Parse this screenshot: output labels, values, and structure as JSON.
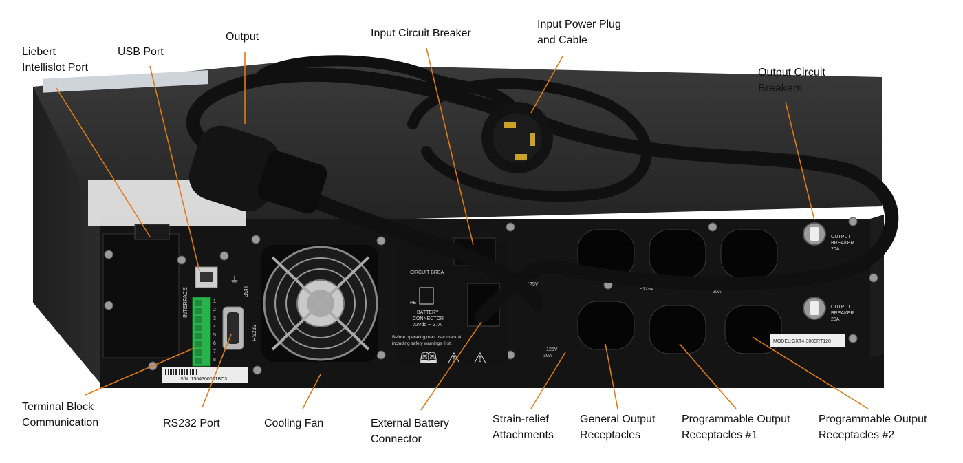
{
  "colors": {
    "leader_line": "#e07a14",
    "chassis_top": "#2b2b2b",
    "panel": "#141414",
    "cable": "#101010",
    "terminal_green": "#28b34b",
    "plug_prongs": "#c9a227"
  },
  "callouts": [
    {
      "id": "liebert",
      "lines": [
        "Liebert",
        "Intellislot Port"
      ]
    },
    {
      "id": "usb",
      "lines": [
        "USB Port"
      ]
    },
    {
      "id": "output",
      "lines": [
        "Output"
      ]
    },
    {
      "id": "input-breaker",
      "lines": [
        "Input Circuit Breaker"
      ]
    },
    {
      "id": "input-plug",
      "lines": [
        "Input Power Plug",
        "and Cable"
      ]
    },
    {
      "id": "output-breakers",
      "lines": [
        "Output Circuit",
        "Breakers"
      ]
    },
    {
      "id": "terminal",
      "lines": [
        "Terminal Block",
        "Communication"
      ]
    },
    {
      "id": "rs232",
      "lines": [
        "RS232 Port"
      ]
    },
    {
      "id": "fan",
      "lines": [
        "Cooling Fan"
      ]
    },
    {
      "id": "ext-battery",
      "lines": [
        "External Battery",
        "Connector"
      ]
    },
    {
      "id": "strain",
      "lines": [
        "Strain-relief",
        "Attachments"
      ]
    },
    {
      "id": "general",
      "lines": [
        "General Output",
        "Receptacles"
      ]
    },
    {
      "id": "prog1",
      "lines": [
        "Programmable Output",
        "Receptacles #1"
      ]
    },
    {
      "id": "prog2",
      "lines": [
        "Programmable Output",
        "Receptacles #2"
      ]
    }
  ],
  "device_text": {
    "usb": "USB",
    "rs232": "RS232",
    "interface": "INTERFACE",
    "terminal_numbers": [
      "1",
      "2",
      "3",
      "4",
      "5",
      "6",
      "7",
      "8"
    ],
    "circuit_breaker": "CIRCUIT BREA",
    "battery_connector": [
      "BATTERY",
      "CONNECTOR",
      "72Vdc ⎓ 37A"
    ],
    "warning": [
      "Before operating,read user manual",
      "including safety warnings first!"
    ],
    "pe": "PE",
    "rating_125v": "~125V",
    "rating_30a": "30A",
    "rating_20a": "20A",
    "output_breaker": [
      "OUTPUT",
      "BREAKER",
      "20A"
    ],
    "model": "MODEL:GXT4-3000RT120",
    "serial": "S/N: 1504300001BC3"
  }
}
